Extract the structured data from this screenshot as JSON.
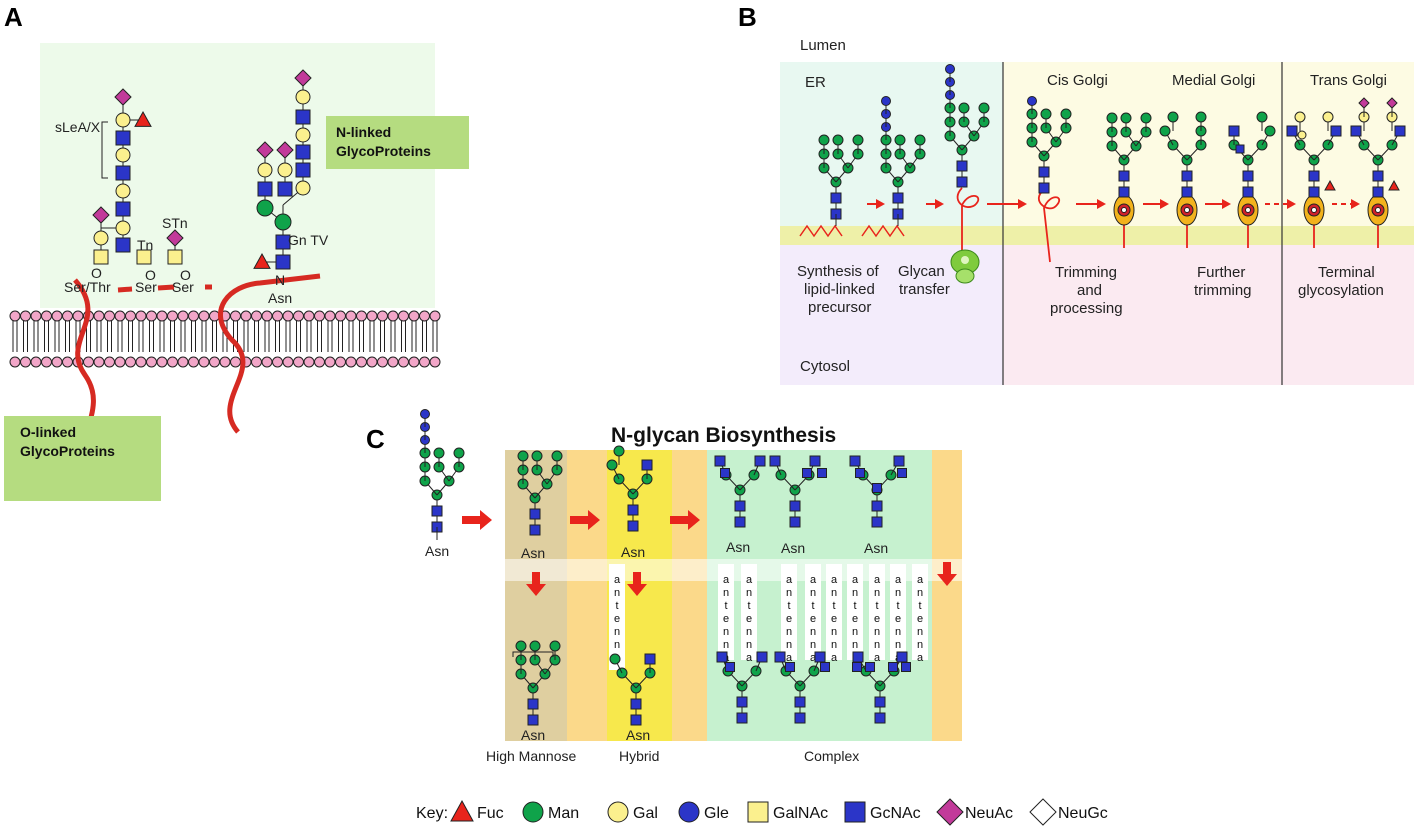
{
  "panel_a": {
    "label": "A",
    "o_linked_box": [
      "O-linked",
      "GlycoProteins"
    ],
    "n_linked_box": [
      "N-linked",
      "GlycoProteins"
    ],
    "slea_label": "sLeA/X",
    "stn_label": "STn",
    "tn_label": "Tn",
    "gntv_label": "Gn TV",
    "o_site": "O",
    "n_site": "N",
    "ser_thr": "Ser/Thr",
    "ser": "Ser",
    "asn": "Asn"
  },
  "panel_b": {
    "label": "B",
    "lumen": "Lumen",
    "cytosol": "Cytosol",
    "compartments": [
      "ER",
      "Cis Golgi",
      "Medial Golgi",
      "Trans Golgi"
    ],
    "step_synthesis": [
      "Synthesis of",
      "lipid-linked",
      "precursor"
    ],
    "step_transfer": [
      "Glycan",
      "transfer"
    ],
    "step_trimming": [
      "Trimming",
      "and",
      "processing"
    ],
    "step_further": [
      "Further",
      "trimming"
    ],
    "step_terminal": [
      "Terminal",
      "glycosylation"
    ]
  },
  "panel_c": {
    "label": "C",
    "title": "N-glycan Biosynthesis",
    "asn": "Asn",
    "antenna_letters": [
      "a",
      "n",
      "t",
      "e",
      "n",
      "n",
      "a"
    ],
    "categories": [
      "High Mannose",
      "Hybrid",
      "Complex"
    ]
  },
  "key": {
    "label": "Key:",
    "items": [
      {
        "name": "Fuc",
        "shape": "triangle",
        "color": "#e8241c"
      },
      {
        "name": "Man",
        "shape": "circle",
        "color": "#0fa34a"
      },
      {
        "name": "Gal",
        "shape": "circle",
        "color": "#fbf08e"
      },
      {
        "name": "Gle",
        "shape": "circle",
        "color": "#2b35c8"
      },
      {
        "name": "GalNAc",
        "shape": "square",
        "color": "#fbf08e"
      },
      {
        "name": "GcNAc",
        "shape": "square",
        "color": "#2b35c8"
      },
      {
        "name": "NeuAc",
        "shape": "diamond",
        "color": "#c23a9a"
      },
      {
        "name": "NeuGc",
        "shape": "diamond",
        "color": "#ffffff"
      }
    ]
  },
  "colors": {
    "panel_a_bg": "#edfaea",
    "label_box": "#b5dc80",
    "protein": "#d62a22",
    "lipid_head": "#f2a6c8",
    "er_bg": "#e8f8f1",
    "golgi_bg": "#fdfbe3",
    "membrane_band": "#eef0a8",
    "cytosol_bg": "#f3ecfb",
    "golgi_cytosol_bg": "#fbeaf1",
    "c_highmannose": "#dfcfa0",
    "c_orange": "#fbd98a",
    "c_hybrid": "#f7e84c",
    "c_complex": "#c6f1cf"
  }
}
